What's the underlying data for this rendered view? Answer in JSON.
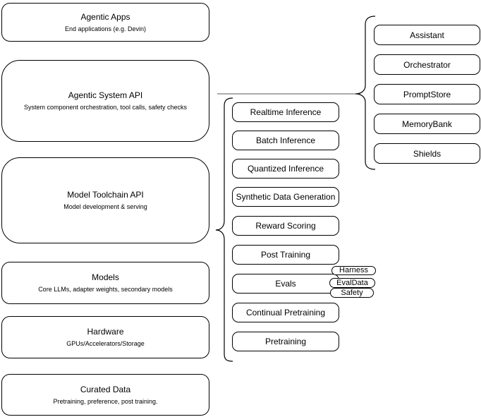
{
  "colors": {
    "stroke": "#000000",
    "connector_line": "#7a7a7a",
    "background": "#ffffff",
    "text": "#000000"
  },
  "left_stack": [
    {
      "title": "Agentic Apps",
      "subtitle": "End applications (e.g. Devin)"
    },
    {
      "title": "Agentic System API",
      "subtitle": "System component orchestration, tool calls, safety checks"
    },
    {
      "title": "Model Toolchain API",
      "subtitle": "Model development & serving"
    },
    {
      "title": "Models",
      "subtitle": "Core LLMs, adapter weights, secondary models"
    },
    {
      "title": "Hardware",
      "subtitle": "GPUs/Accelerators/Storage"
    },
    {
      "title": "Curated Data",
      "subtitle": "Pretraining, preference, post training."
    }
  ],
  "toolchain_items": [
    "Realtime Inference",
    "Batch Inference",
    "Quantized Inference",
    "Synthetic Data Generation",
    "Reward Scoring",
    "Post Training",
    "Evals",
    "Continual Pretraining",
    "Pretraining"
  ],
  "eval_tags": [
    "Harness",
    "EvalData",
    "Safety"
  ],
  "system_components": [
    "Assistant",
    "Orchestrator",
    "PromptStore",
    "MemoryBank",
    "Shields"
  ]
}
